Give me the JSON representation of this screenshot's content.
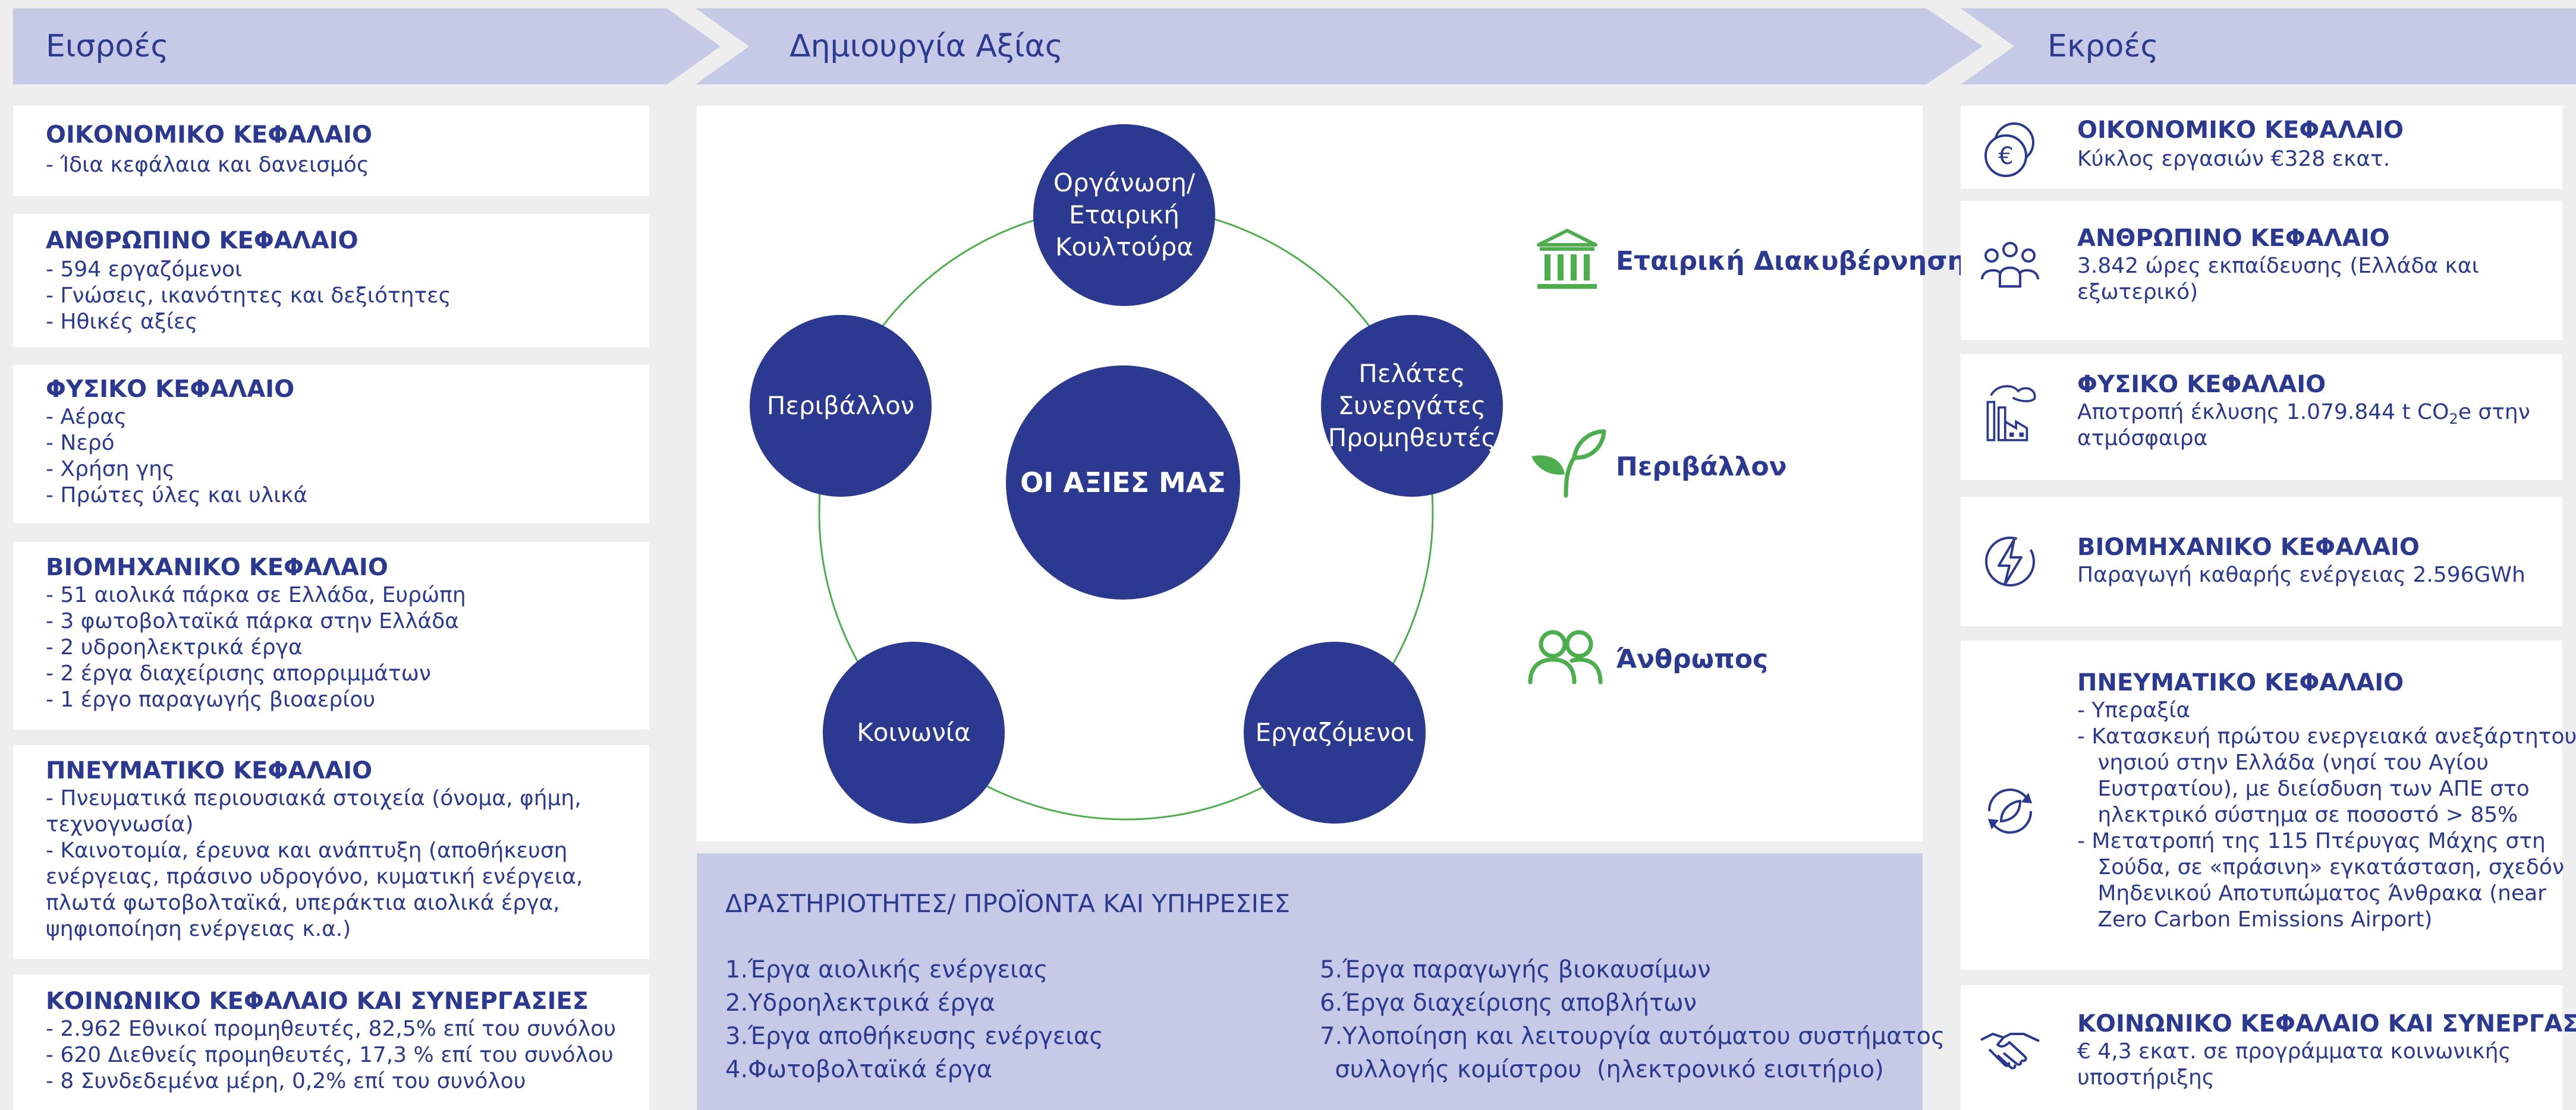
{
  "banners": {
    "inputs": "Εισροές",
    "value_creation": "Δημιουργία Αξίας",
    "outputs": "Εκροές"
  },
  "inputs": [
    {
      "title": "ΟΙΚΟΝΟΜΙΚΟ ΚΕΦΑΛΑΙΟ",
      "lines": [
        "- Ίδια κεφάλαια και δανεισμός"
      ]
    },
    {
      "title": "ΑΝΘΡΩΠΙΝΟ ΚΕΦΑΛΑΙΟ",
      "lines": [
        "- 594 εργαζόμενοι",
        "- Γνώσεις, ικανότητες και δεξιότητες",
        "- Ηθικές αξίες"
      ]
    },
    {
      "title": "ΦΥΣΙΚΟ ΚΕΦΑΛΑΙΟ",
      "lines": [
        "- Αέρας",
        "- Νερό",
        "- Χρήση γης",
        "- Πρώτες ύλες και υλικά"
      ]
    },
    {
      "title": "ΒΙΟΜΗΧΑΝΙΚΟ ΚΕΦΑΛΑΙΟ",
      "lines": [
        "- 51 αιολικά πάρκα σε Ελλάδα, Ευρώπη",
        "- 3 φωτοβολταϊκά πάρκα στην Ελλάδα",
        "- 2 υδροηλεκτρικά έργα",
        "- 2 έργα διαχείρισης απορριμμάτων",
        "- 1 έργο παραγωγής βιοαερίου"
      ]
    },
    {
      "title": "ΠΝΕΥΜΑΤΙΚΟ ΚΕΦΑΛΑΙΟ",
      "lines": [
        "- Πνευματικά περιουσιακά στοιχεία (όνομα, φήμη,",
        "   τεχνογνωσία)",
        "- Καινοτομία, έρευνα και ανάπτυξη (αποθήκευση",
        "   ενέργειας, πράσινο υδρογόνο, κυματική ενέργεια,",
        "   πλωτά φωτοβολταϊκά, υπεράκτια αιολικά έργα,",
        "   ψηφιοποίηση ενέργειας κ.α.)"
      ]
    },
    {
      "title": "ΚΟΙΝΩΝΙΚΟ ΚΕΦΑΛΑΙΟ ΚΑΙ ΣΥΝΕΡΓΑΣΙΕΣ",
      "lines": [
        "- 2.962 Εθνικοί προμηθευτές, 82,5% επί του συνόλου",
        "- 620 Διεθνείς προμηθευτές, 17,3 % επί του συνόλου",
        "- 8 Συνδεδεμένα μέρη, 0,2% επί του συνόλου"
      ]
    }
  ],
  "value_wheel": {
    "center": "ΟΙ ΑΞΙΕΣ ΜΑΣ",
    "nodes": {
      "top": "Οργάνωση/\nΕταιρική\nΚουλτούρα",
      "right": "Πελάτες\nΣυνεργάτες\nΠρομηθευτές",
      "bottom_right": "Εργαζόμενοι",
      "bottom_left": "Κοινωνία",
      "left": "Περιβάλλον"
    }
  },
  "pillars": [
    {
      "icon": "government-building-icon",
      "label": "Εταιρική Διακυβέρνηση"
    },
    {
      "icon": "sprout-icon",
      "label": "Περιβάλλον"
    },
    {
      "icon": "people-icon",
      "label": "Άνθρωπος"
    }
  ],
  "activities": {
    "title": "ΔΡΑΣΤΗΡΙΟΤΗΤΕΣ/ ΠΡΟΪΟΝΤΑ ΚΑΙ ΥΠΗΡΕΣΙΕΣ",
    "left": [
      "1.Έργα αιολικής ενέργειας",
      "2.Υδροηλεκτρικά έργα",
      "3.Έργα αποθήκευσης ενέργειας",
      "4.Φωτοβολταϊκά έργα"
    ],
    "right": [
      "5.Έργα παραγωγής βιοκαυσίμων",
      "6.Έργα διαχείρισης αποβλήτων",
      "7.Υλοποίηση και λειτουργία αυτόματου συστήματος",
      "  συλλογής κομίστρου  (ηλεκτρονικό εισιτήριο)"
    ]
  },
  "outputs": [
    {
      "icon": "euro-coins-icon",
      "title": "ΟΙΚΟΝΟΜΙΚΟ ΚΕΦΑΛΑΙΟ",
      "lines": [
        "Κύκλος εργασιών €328  εκατ."
      ]
    },
    {
      "icon": "team-icon",
      "title": "ΑΝΘΡΩΠΙΝΟ ΚΕΦΑΛΑΙΟ",
      "lines": [
        "3.842 ώρες εκπαίδευσης (Ελλάδα και",
        "εξωτερικό)"
      ]
    },
    {
      "icon": "factory-emission-icon",
      "title": "ΦΥΣΙΚΟ ΚΕΦΑΛΑΙΟ",
      "lines": [
        "Αποτροπή έκλυσης 1.079.844 t CO",
        "ατμόσφαιρα"
      ],
      "co2_subscript": "2",
      "co2_suffix": "e στην"
    },
    {
      "icon": "lightning-icon",
      "title": "ΒΙΟΜΗΧΑΝΙΚΟ ΚΕΦΑΛΑΙΟ",
      "lines": [
        "Παραγωγή καθαρής ενέργειας 2.596GWh"
      ]
    },
    {
      "icon": "eco-recycle-icon",
      "title": "ΠΝΕΥΜΑΤΙΚΟ ΚΕΦΑΛΑΙΟ",
      "lines": [
        "- Υπεραξία",
        "- Κατασκευή πρώτου ενεργειακά ανεξάρτητου",
        "   νησιού στην Ελλάδα (νησί του Αγίου",
        "   Ευστρατίου), με διείσδυση των ΑΠΕ στο",
        "   ηλεκτρικό σύστημα σε ποσοστό > 85%",
        "- Μετατροπή της 115 Πτέρυγας Μάχης στη",
        "   Σούδα, σε «πράσινη» εγκατάσταση, σχεδόν",
        "   Μηδενικού Αποτυπώματος Άνθρακα (near",
        "   Zero Carbon Emissions Airport)"
      ]
    },
    {
      "icon": "handshake-icon",
      "title": "ΚΟΙΝΩΝΙΚΟ ΚΕΦΑΛΑΙΟ ΚΑΙ ΣΥΝΕΡΓΑΣΙΕΣ",
      "lines": [
        "€ 4,3 εκατ. σε προγράμματα κοινωνικής",
        "υποστήριξης"
      ]
    }
  ],
  "colors": {
    "navy": "#2b3990",
    "green": "#4cae4c",
    "banner": "#c6cae6",
    "background": "#eeeeee"
  }
}
